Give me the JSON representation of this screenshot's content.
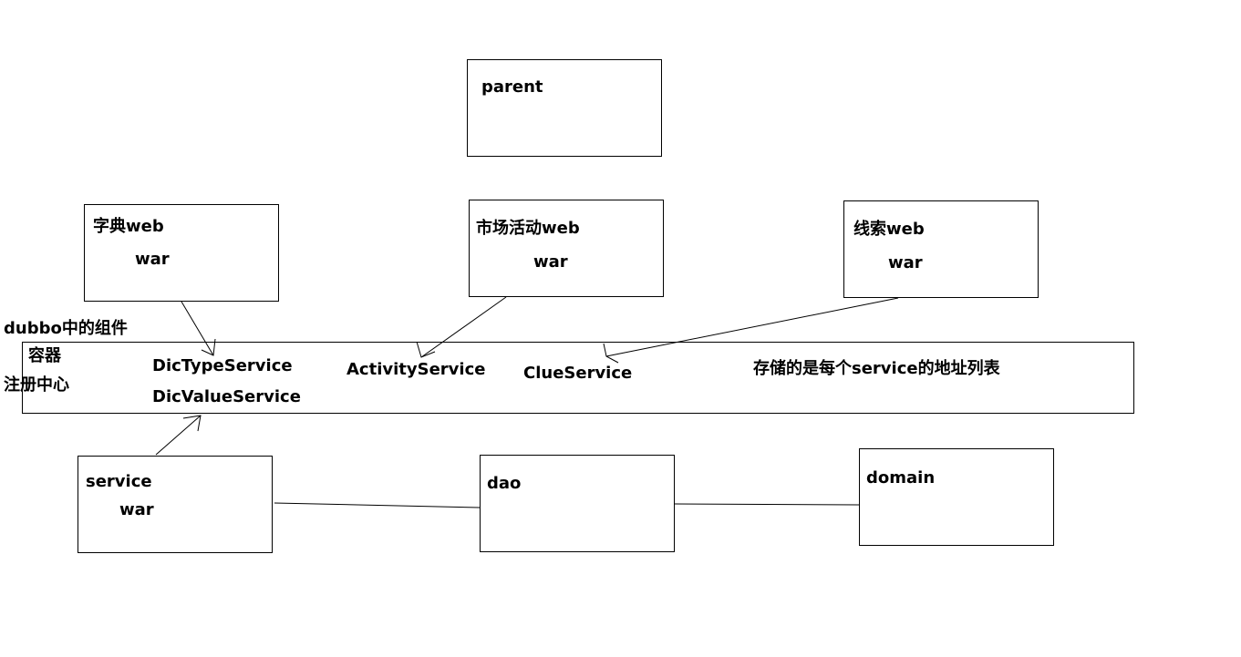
{
  "nodes": {
    "parent": {
      "title": "parent"
    },
    "dict_web": {
      "title": "字典web",
      "subtitle": "war"
    },
    "market_web": {
      "title": "市场活动web",
      "subtitle": "war"
    },
    "clue_web": {
      "title": "线索web",
      "subtitle": "war"
    },
    "registry": {
      "side_title": "dubbo中的组件",
      "side_label_1": "容器",
      "side_label_2": "注册中心",
      "service_1": "DicTypeService",
      "service_2": "DicValueService",
      "service_3": "ActivityService",
      "service_4": "ClueService",
      "note": "存储的是每个service的地址列表"
    },
    "service": {
      "title": "service",
      "subtitle": "war"
    },
    "dao": {
      "title": "dao"
    },
    "domain": {
      "title": "domain"
    }
  },
  "edges": [
    {
      "from": "dict_web",
      "to": "DicTypeService",
      "arrow": true
    },
    {
      "from": "market_web",
      "to": "ActivityService",
      "arrow": true
    },
    {
      "from": "clue_web",
      "to": "ClueService",
      "arrow": true
    },
    {
      "from": "service",
      "to": "DicValueService",
      "arrow": true
    },
    {
      "from": "service",
      "to": "dao",
      "arrow": false
    },
    {
      "from": "dao",
      "to": "domain",
      "arrow": false
    }
  ]
}
